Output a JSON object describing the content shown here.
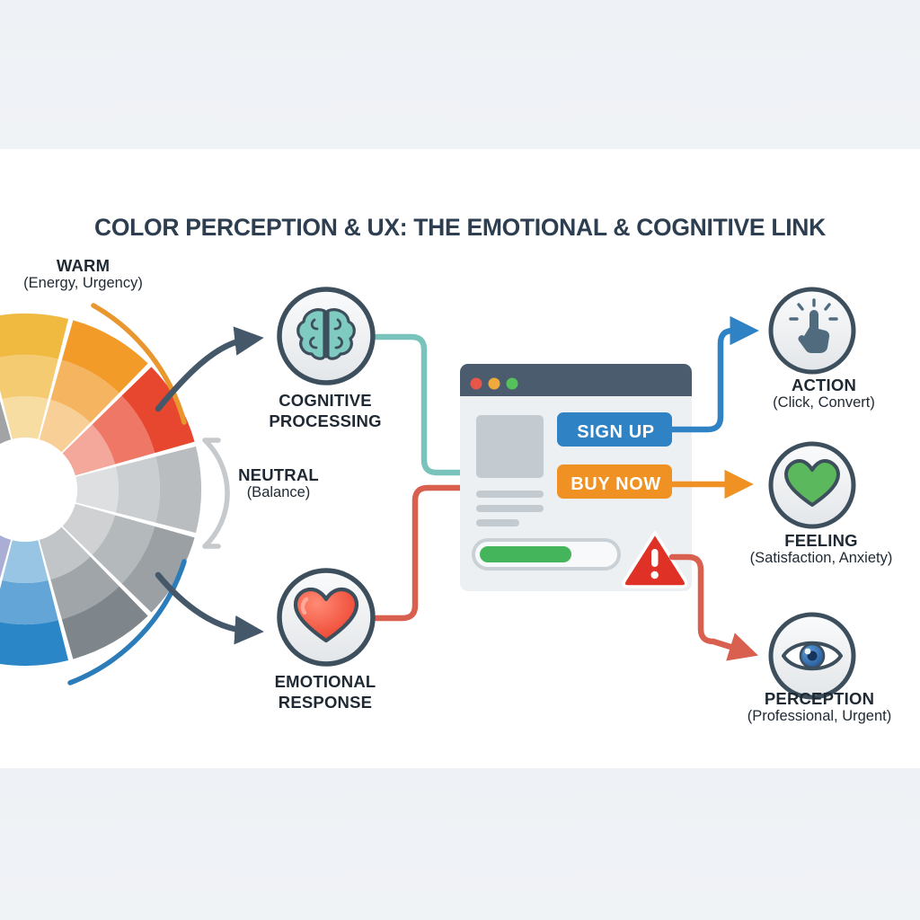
{
  "header": {
    "title": "COLOR PERCEPTION & UX: THE EMOTIONAL & COGNITIVE LINK"
  },
  "color_wheel": {
    "warm": {
      "name": "WARM",
      "detail": "(Energy, Urgency)"
    },
    "neutral": {
      "name": "NEUTRAL",
      "detail": "(Balance)"
    },
    "segment_colors": [
      "#f0b93f",
      "#f29b28",
      "#e8472f",
      "#b9bdc0",
      "#9aa0a4",
      "#7e868b",
      "#2b86c8",
      "#4e57a8",
      "#3b3f91",
      "#6f7579",
      "#4e5458",
      "#3b4043"
    ],
    "bracket_color": "#c6cacd",
    "warm_arc_color": "#e8962d",
    "cool_arc_color": "#2b7cb8"
  },
  "process_nodes": [
    {
      "id": "cognitive",
      "icon": "brain-icon",
      "name": "COGNITIVE",
      "name2": "PROCESSING",
      "icon_color": "#6fc2b8",
      "ring_color": "#3d4f5d"
    },
    {
      "id": "emotional",
      "icon": "heart-icon",
      "name": "EMOTIONAL",
      "name2": "RESPONSE",
      "icon_color": "#ef5340",
      "ring_color": "#3d4f5d"
    }
  ],
  "browser": {
    "titlebar_color": "#4a5c6d",
    "body_color": "#edf0f2",
    "dots": [
      {
        "name": "close-dot",
        "color": "#e8564a"
      },
      {
        "name": "minimize-dot",
        "color": "#f0a93c"
      },
      {
        "name": "maximize-dot",
        "color": "#54c15c"
      }
    ],
    "image_placeholder": "image-placeholder",
    "buttons": [
      {
        "id": "signup",
        "label": "SIGN UP",
        "color": "#2f82c4"
      },
      {
        "id": "buynow",
        "label": "BUY NOW",
        "color": "#ef9223"
      }
    ],
    "text_lines": 3,
    "progress": {
      "name": "progress-bar",
      "value": 62,
      "color": "#45b55b"
    },
    "alert": {
      "name": "warning-triangle-icon",
      "color": "#e03127",
      "symbol": "!"
    }
  },
  "outcome_nodes": [
    {
      "id": "action",
      "icon": "tap-click-icon",
      "name": "ACTION",
      "detail": "(Click, Convert)",
      "icon_color": "#516b7e",
      "connector_color": "#2f82c4"
    },
    {
      "id": "feeling",
      "icon": "heart-icon",
      "name": "FEELING",
      "detail": "(Satisfaction, Anxiety)",
      "icon_color": "#5cb85c",
      "connector_color": "#ef9223"
    },
    {
      "id": "perception",
      "icon": "eye-icon",
      "name": "PERCEPTION",
      "detail": "(Professional, Urgent)",
      "icon_color": "#2f6fb5",
      "connector_color": "#d9604f"
    }
  ],
  "connectors": {
    "wheel_to_cognitive": "#44586a",
    "wheel_to_emotional": "#44586a",
    "cognitive_to_browser": "#79c3bc",
    "emotional_to_browser": "#d9604f",
    "alert_to_perception": "#d9604f"
  },
  "palette": {
    "title_color": "#2d3e50",
    "label_color": "#1f2933",
    "band_color": "#eef1f5",
    "page_background": "#ffffff"
  }
}
